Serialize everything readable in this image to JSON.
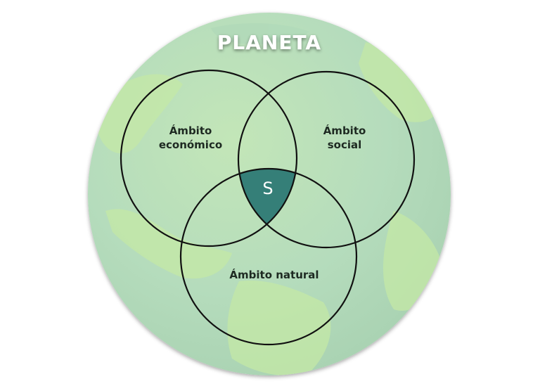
{
  "diagram": {
    "title": "PLANETA",
    "center_label": "S",
    "circles": [
      {
        "id": "economico",
        "label_line1": "Ámbito",
        "label_line2": "económico"
      },
      {
        "id": "social",
        "label_line1": "Ámbito",
        "label_line2": "social"
      },
      {
        "id": "natural",
        "label_line1": "Ámbito natural",
        "label_line2": ""
      }
    ],
    "colors": {
      "globe_light": "#bfe5b2",
      "globe_mid": "#b3dcbc",
      "globe_dark": "#a8d3b4",
      "land": "#c2e8a8",
      "intersection": "#357f78",
      "stroke": "#111111",
      "title_text": "#ffffff"
    }
  }
}
